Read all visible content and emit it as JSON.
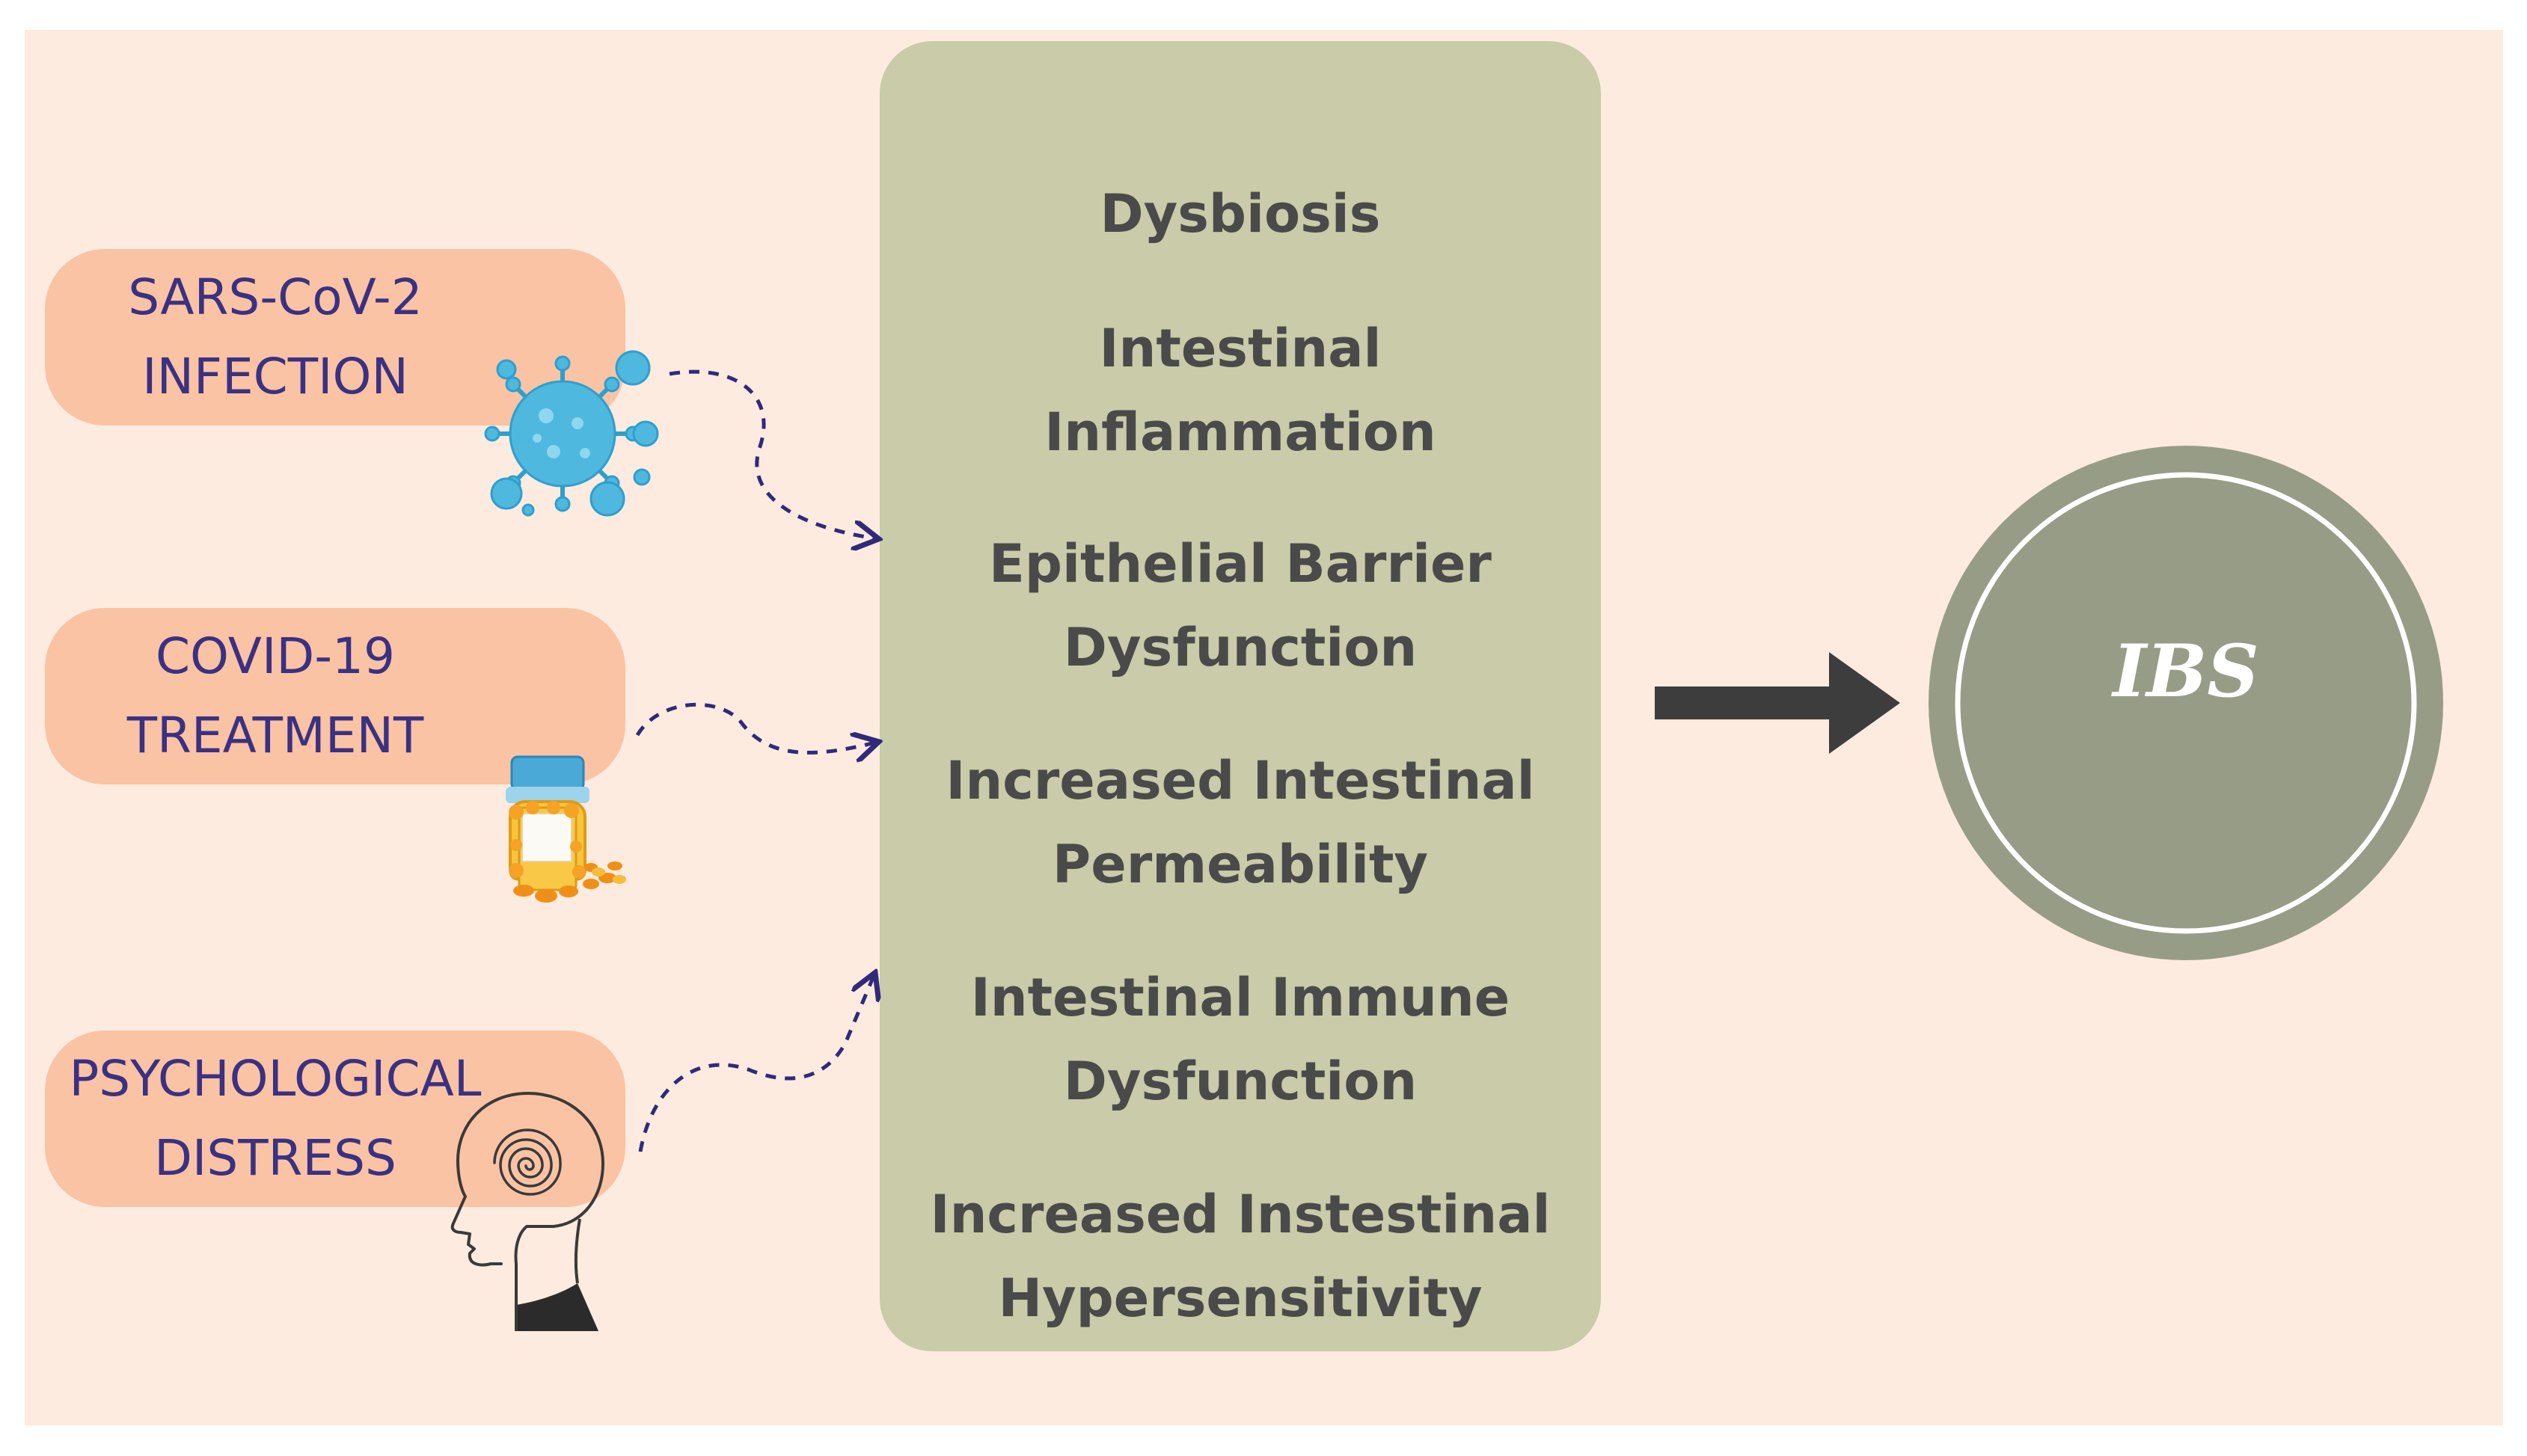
{
  "factors": [
    {
      "lines": [
        "SARS-CoV-2",
        "INFECTION"
      ],
      "icon": "virus-icon"
    },
    {
      "lines": [
        "COVID-19",
        "TREATMENT"
      ],
      "icon": "pill-bottle-icon"
    },
    {
      "lines": [
        "PSYCHOLOGICAL",
        "DISTRESS"
      ],
      "icon": "head-spiral-icon"
    }
  ],
  "mechanisms": [
    {
      "lines": [
        "Dysbiosis"
      ]
    },
    {
      "lines": [
        "Intestinal",
        "Inflammation"
      ]
    },
    {
      "lines": [
        "Epithelial Barrier",
        "Dysfunction"
      ]
    },
    {
      "lines": [
        "Increased Intestinal",
        "Permeability"
      ]
    },
    {
      "lines": [
        "Intestinal Immune",
        "Dysfunction"
      ]
    },
    {
      "lines": [
        "Increased Instestinal",
        "Hypersensitivity"
      ]
    }
  ],
  "outcome": {
    "label": "IBS"
  },
  "colors": {
    "background": "#fdebdf",
    "factor_fill": "#fac3a4",
    "factor_text": "#3b3182",
    "mechanism_fill": "#c9cba9",
    "mechanism_text": "#4a4a4a",
    "outcome_fill": "#979c87",
    "arrow": "#3d3d3d",
    "dashed_arrow": "#2f2a7a"
  }
}
